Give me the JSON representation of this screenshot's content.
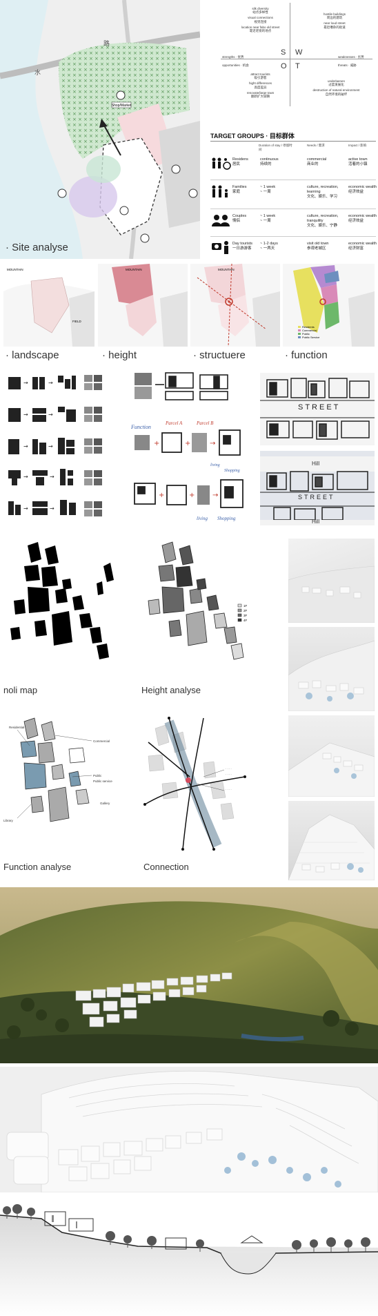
{
  "site": {
    "caption": "· Site analyse",
    "road_label_1": "水",
    "road_label_2": "路",
    "marker_label": "Shop/Market"
  },
  "swot": {
    "letters": [
      "S",
      "W",
      "O",
      "T"
    ],
    "axis_left": "strengths · 优势",
    "axis_right": "weaknesses · 劣势",
    "axis_left2": "opportunities · 机会",
    "axis_right2": "threats · 威胁",
    "strengths": [
      "silk diversity",
      "站点多样性",
      "visual connections",
      "视觉连接",
      "location near fabo old street",
      "靠近老街的地点"
    ],
    "weaknesses": [
      "hostile buildings",
      "周边的建筑",
      "near loud street",
      "靠近嘈杂的街道"
    ],
    "opportunities": [
      "attract tourists",
      "吸引游客",
      "hight differences",
      "高度差异",
      "renovate/large town",
      "翻新扩大城镇"
    ],
    "threats": [
      "underlaenen",
      "过度发展化",
      "destruction of natural environment",
      "自然环境的破坏"
    ]
  },
  "target_groups": {
    "title": "TARGET GROUPS · 目标群体",
    "headers": [
      "Duration of stay / 停留时间",
      "Needs / 需求",
      "Impact / 影响"
    ],
    "rows": [
      {
        "group": "Residens",
        "group_cn": "居民",
        "duration": "continuous",
        "duration_cn": "持续的",
        "needs": "commercial",
        "needs_cn": "商业的",
        "impact": "active town",
        "impact_cn": "活着的小镇",
        "icon": "family-wheelchair-icon"
      },
      {
        "group": "Families",
        "group_cn": "家庭",
        "duration": "~ 1 week",
        "duration_cn": "~ 一周",
        "needs": "culture, recreation, learning",
        "needs_cn": "文化、娱乐、学习",
        "impact": "economic wealth",
        "impact_cn": "经济效益",
        "icon": "family-icon"
      },
      {
        "group": "Couples",
        "group_cn": "情侣",
        "duration": "~ 1 week",
        "duration_cn": "~ 一周",
        "needs": "culture, recreation, tranquility",
        "needs_cn": "文化、娱乐、宁静",
        "impact": "economic wealth",
        "impact_cn": "经济效益",
        "icon": "couple-icon"
      },
      {
        "group": "Day tourists",
        "group_cn": "一日游游客",
        "duration": "~ 1-2 days",
        "duration_cn": "~ 一两天",
        "needs": "visit old town",
        "needs_cn": "参观老城区",
        "impact": "economic wealth",
        "impact_cn": "经济财富",
        "icon": "tourist-icon"
      }
    ]
  },
  "analysis_row": {
    "captions": [
      "· landscape",
      "· height",
      "· structuere",
      "· function"
    ],
    "map_label_mountain": "MOUNTAIN",
    "map_label_field": "FIELD",
    "function_legend": [
      "Residents",
      "Commercial",
      "Public",
      "Public Service"
    ]
  },
  "sketches": {
    "heading_function": "Function",
    "heading_b1": "Parcel A",
    "heading_b2": "Parcel B",
    "word_living": "living",
    "word_shopping": "Shopping",
    "street_label": "STREET",
    "hill_label": "Hill"
  },
  "figure_ground": {
    "noli_caption": "noli map",
    "height_caption": "Height analyse",
    "function_caption": "Function analyse",
    "connection_caption": "Connection",
    "height_legend": [
      "1F",
      "2F",
      "3F",
      "4F"
    ],
    "function_labels": [
      "Residential",
      "Commercial",
      "Public",
      "Public service",
      "Library",
      "Gallery"
    ]
  },
  "colors": {
    "green": "#6db86a",
    "pink": "#f0a3a8",
    "purple": "#b58ad1",
    "blue": "#6d8fbf",
    "yellow": "#e7e05f",
    "highlight": "#d44a5c"
  }
}
